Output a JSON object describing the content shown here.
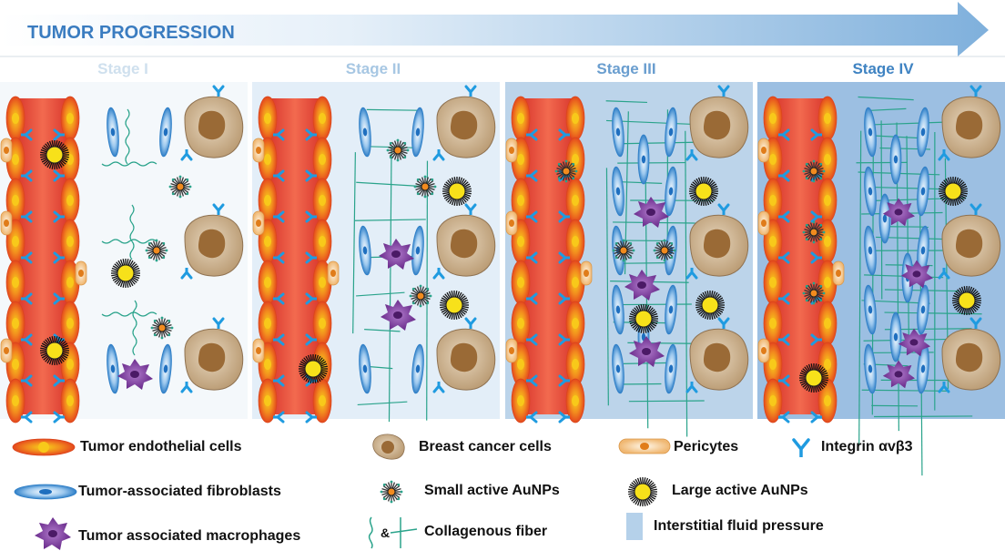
{
  "header": {
    "title": "TUMOR PROGRESSION"
  },
  "stages": [
    {
      "label": "Stage I",
      "color": "#cfe0ee"
    },
    {
      "label": "Stage II",
      "color": "#a7c7e3"
    },
    {
      "label": "Stage III",
      "color": "#6a9ecf"
    },
    {
      "label": "Stage IV",
      "color": "#3f83c2"
    }
  ],
  "panel_fills": [
    "#f4f8fb",
    "#e3eef8",
    "#bcd4ea",
    "#9cbfe2"
  ],
  "legend": {
    "endothelial": "Tumor endothelial cells",
    "breast_cancer": "Breast cancer cells",
    "pericytes": "Pericytes",
    "integrin": "Integrin αvβ3",
    "fibroblasts": "Tumor-associated fibroblasts",
    "small_aunps": "Small active AuNPs",
    "large_aunps": "Large active AuNPs",
    "macrophages": "Tumor associated macrophages",
    "collagen_amp": "&",
    "collagen": "Collagenous fiber",
    "fluid_pressure": "Interstitial fluid pressure"
  },
  "colors": {
    "arrow_dark": "#7fb0dc",
    "title": "#3a7cc0",
    "vessel": "#e8443a",
    "endothelial_outer": "#f28b1e",
    "fibroblast": "#3b8fd6",
    "macrophage": "#7b3a9c",
    "cancer_cell": "#c8ab86",
    "nucleus": "#9a6a36",
    "integrin": "#1f9be0",
    "collagen": "#2aa38b",
    "aunp_core": "#f7e11a",
    "fluid": "#b5d1ea"
  }
}
